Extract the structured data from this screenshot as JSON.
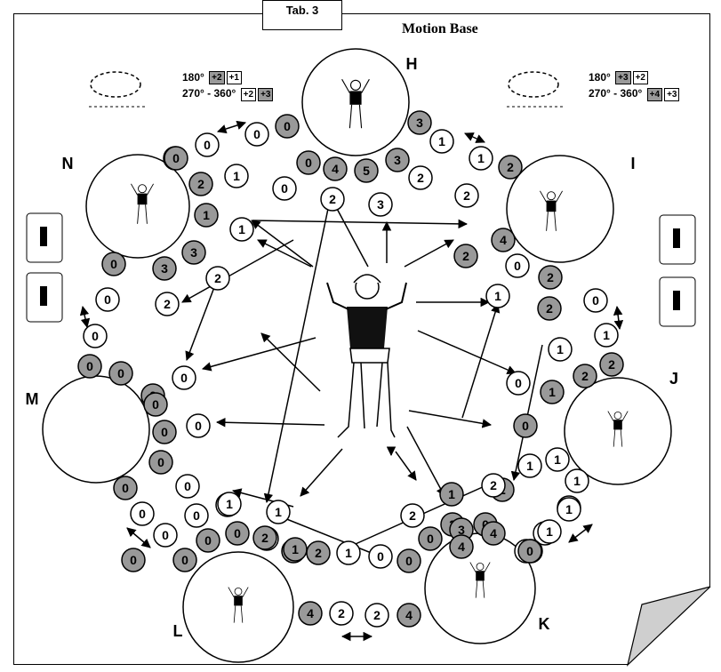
{
  "tab": "Tab. 3",
  "title": "Motion Base",
  "stations": {
    "H": "H",
    "I": "I",
    "J": "J",
    "K": "K",
    "L": "L",
    "M": "M",
    "N": "N"
  },
  "rotations": {
    "left": {
      "line1_deg": "180°",
      "line1_vals": [
        "+2",
        "+1"
      ],
      "line2_deg": "270° - 360°",
      "line2_vals": [
        "+2",
        "+3"
      ]
    },
    "right": {
      "line1_deg": "180°",
      "line1_vals": [
        "+3",
        "+2"
      ],
      "line2_deg": "270° - 360°",
      "line2_vals": [
        "+4",
        "+3"
      ]
    }
  },
  "circles": [
    [
      "0",
      "g"
    ],
    [
      "0",
      "w"
    ],
    [
      "0",
      "w"
    ],
    [
      "0",
      "g"
    ],
    [
      "0",
      "g"
    ],
    [
      "2",
      "g"
    ],
    [
      "1",
      "w"
    ],
    [
      "0",
      "g"
    ],
    [
      "4",
      "g"
    ],
    [
      "5",
      "g"
    ],
    [
      "3",
      "g"
    ],
    [
      "2",
      "w"
    ],
    [
      "0",
      "w"
    ],
    [
      "2",
      "w"
    ],
    [
      "3",
      "w"
    ],
    [
      "3",
      "g"
    ],
    [
      "1",
      "w"
    ],
    [
      "1",
      "w"
    ],
    [
      "2",
      "g"
    ],
    [
      "1",
      "g"
    ],
    [
      "1",
      "w"
    ],
    [
      "3",
      "g"
    ],
    [
      "3",
      "g"
    ],
    [
      "2",
      "w"
    ],
    [
      "2",
      "w"
    ],
    [
      "0",
      "g"
    ],
    [
      "0",
      "w"
    ],
    [
      "0",
      "w"
    ],
    [
      "0",
      "g"
    ],
    [
      "0",
      "g"
    ],
    [
      "0",
      "g"
    ],
    [
      "0",
      "g"
    ],
    [
      "0",
      "w"
    ],
    [
      "0",
      "w"
    ],
    [
      "0",
      "g"
    ],
    [
      "0",
      "g"
    ],
    [
      "0",
      "g"
    ],
    [
      "0",
      "w"
    ],
    [
      "0",
      "w"
    ],
    [
      "0",
      "g"
    ],
    [
      "0",
      "g"
    ],
    [
      "0",
      "w"
    ],
    [
      "0",
      "w"
    ],
    [
      "0",
      "g"
    ],
    [
      "0",
      "w"
    ],
    [
      "1",
      "w"
    ],
    [
      "2",
      "g"
    ],
    [
      "0",
      "g"
    ],
    [
      "2",
      "g"
    ],
    [
      "1",
      "g"
    ],
    [
      "2",
      "g"
    ],
    [
      "1",
      "w"
    ],
    [
      "1",
      "w"
    ],
    [
      "1",
      "w"
    ],
    [
      "0",
      "w"
    ],
    [
      "0",
      "g"
    ],
    [
      "4",
      "g"
    ],
    [
      "2",
      "w"
    ],
    [
      "2",
      "w"
    ],
    [
      "4",
      "g"
    ],
    [
      "0",
      "g"
    ],
    [
      "2",
      "g"
    ],
    [
      "0",
      "g"
    ],
    [
      "2",
      "g"
    ],
    [
      "4",
      "g"
    ],
    [
      "2",
      "w"
    ],
    [
      "1",
      "w"
    ],
    [
      "2",
      "g"
    ],
    [
      "0",
      "w"
    ],
    [
      "2",
      "g"
    ],
    [
      "0",
      "w"
    ],
    [
      "1",
      "w"
    ],
    [
      "1",
      "w"
    ],
    [
      "0",
      "w"
    ],
    [
      "2",
      "g"
    ],
    [
      "1",
      "g"
    ],
    [
      "2",
      "g"
    ],
    [
      "1",
      "w"
    ],
    [
      "1",
      "w"
    ],
    [
      "0",
      "g"
    ],
    [
      "1",
      "w"
    ],
    [
      "2",
      "g"
    ],
    [
      "1",
      "w"
    ],
    [
      "2",
      "w"
    ],
    [
      "1",
      "w"
    ],
    [
      "1",
      "g"
    ],
    [
      "2",
      "w"
    ],
    [
      "2",
      "w"
    ],
    [
      "3",
      "g"
    ],
    [
      "4",
      "g"
    ],
    [
      "4",
      "g"
    ],
    [
      "1",
      "g"
    ],
    [
      "1",
      "w"
    ],
    [
      "1",
      "w"
    ],
    [
      "0",
      "g"
    ]
  ]
}
